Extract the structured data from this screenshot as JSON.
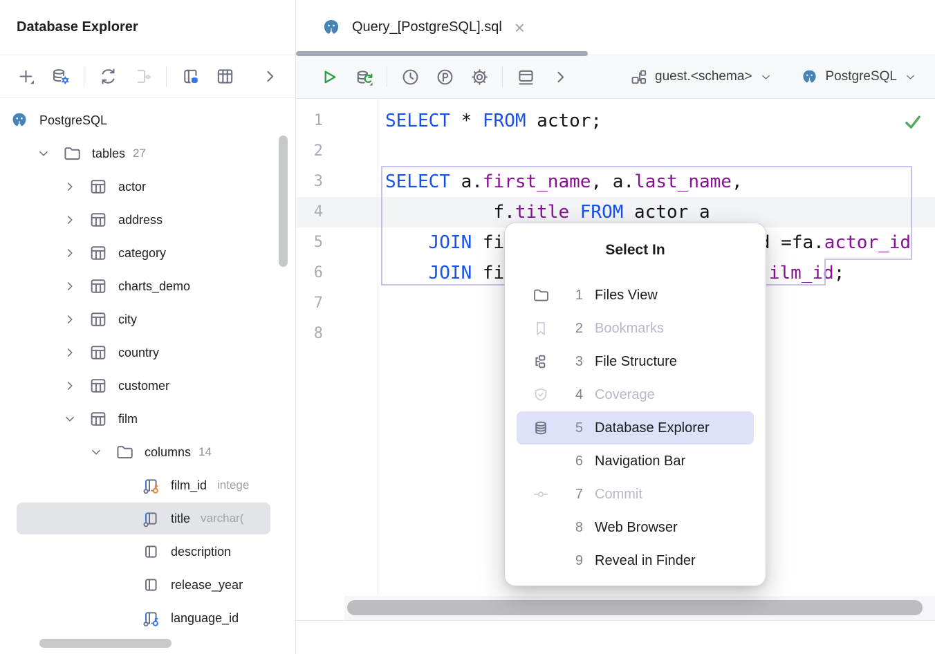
{
  "colors": {
    "accent_blue": "#3574F0",
    "keyword_blue": "#1750EB",
    "identifier_purple": "#871094",
    "run_green": "#2f9e44",
    "check_green": "#55a85c",
    "popup_selection": "#dee1f9",
    "tree_selection": "#e3e4e8",
    "statement_border": "#b5b1e9",
    "postgres_blue": "#4584b6"
  },
  "left_panel": {
    "title": "Database Explorer",
    "toolbar_icons": [
      "add",
      "database-settings",
      "refresh",
      "disconnect",
      "query-console",
      "table-view",
      "more"
    ],
    "tree": [
      {
        "label": "PostgreSQL",
        "icon": "postgres",
        "level": 0
      },
      {
        "label": "tables",
        "count": "27",
        "icon": "folder",
        "chevron": "chevron-down",
        "level": 1
      },
      {
        "label": "actor",
        "icon": "table",
        "chevron": "chevron-right",
        "level": 2
      },
      {
        "label": "address",
        "icon": "table",
        "chevron": "chevron-right",
        "level": 2
      },
      {
        "label": "category",
        "icon": "table",
        "chevron": "chevron-right",
        "level": 2
      },
      {
        "label": "charts_demo",
        "icon": "table",
        "chevron": "chevron-right",
        "level": 2
      },
      {
        "label": "city",
        "icon": "table",
        "chevron": "chevron-right",
        "level": 2
      },
      {
        "label": "country",
        "icon": "table",
        "chevron": "chevron-right",
        "level": 2
      },
      {
        "label": "customer",
        "icon": "table",
        "chevron": "chevron-right",
        "level": 2
      },
      {
        "label": "film",
        "icon": "table",
        "chevron": "chevron-down",
        "level": 2
      },
      {
        "label": "columns",
        "count": "14",
        "icon": "folder",
        "chevron": "chevron-down",
        "level": 3
      },
      {
        "label": "film_id",
        "type": "intege",
        "icon": "column-pk",
        "chevron": "blank",
        "level": 4
      },
      {
        "label": "title",
        "type": "varchar(",
        "icon": "column-idx",
        "chevron": "blank",
        "level": 4,
        "state": "selected"
      },
      {
        "label": "description",
        "icon": "column",
        "chevron": "blank",
        "level": 4
      },
      {
        "label": "release_year",
        "icon": "column",
        "chevron": "blank",
        "level": 4
      },
      {
        "label": "language_id",
        "icon": "column-fk",
        "chevron": "blank",
        "level": 4
      }
    ]
  },
  "editor": {
    "tab": {
      "title": "Query_[PostgreSQL].sql",
      "close": "×"
    },
    "toolbar": {
      "icons": [
        "run",
        "execute-db",
        "history",
        "profiler",
        "settings",
        "in-editor-results",
        "more"
      ],
      "schema_selector": {
        "label": "guest.<schema>"
      },
      "dialect_selector": {
        "label": "PostgreSQL"
      }
    },
    "lines": [
      {
        "n": "1",
        "tokens": [
          {
            "y": "kw",
            "t": "SELECT"
          },
          {
            "y": "pl",
            "t": " * "
          },
          {
            "y": "kw",
            "t": "FROM"
          },
          {
            "y": "pl",
            "t": " actor;"
          }
        ]
      },
      {
        "n": "2",
        "tokens": []
      },
      {
        "n": "3",
        "tokens": [
          {
            "y": "kw",
            "t": "SELECT"
          },
          {
            "y": "pl",
            "t": " a."
          },
          {
            "y": "id",
            "t": "first_name"
          },
          {
            "y": "pl",
            "t": ", a."
          },
          {
            "y": "id",
            "t": "last_name"
          },
          {
            "y": "pl",
            "t": ","
          }
        ]
      },
      {
        "n": "4",
        "hl": "hl",
        "tokens": [
          {
            "y": "pl",
            "t": "          f."
          },
          {
            "y": "id",
            "t": "title"
          },
          {
            "y": "pl",
            "t": " "
          },
          {
            "y": "kw",
            "t": "FROM"
          },
          {
            "y": "pl",
            "t": " actor a"
          }
        ]
      },
      {
        "n": "5",
        "tokens": [
          {
            "y": "pl",
            "t": "    "
          },
          {
            "y": "kw",
            "t": "JOIN"
          },
          {
            "y": "pl",
            "t": " fil"
          },
          {
            "y": "gap5",
            "t": ""
          },
          {
            "y": "pl",
            "t": "d =fa."
          },
          {
            "y": "id",
            "t": "actor_id"
          }
        ]
      },
      {
        "n": "6",
        "tokens": [
          {
            "y": "pl",
            "t": "    "
          },
          {
            "y": "kw",
            "t": "JOIN"
          },
          {
            "y": "pl",
            "t": " fil"
          },
          {
            "y": "gap6",
            "t": ""
          },
          {
            "y": "id",
            "t": "ilm_id"
          },
          {
            "y": "pl",
            "t": ";"
          }
        ]
      },
      {
        "n": "7",
        "tokens": []
      },
      {
        "n": "8",
        "tokens": []
      }
    ],
    "status_icon": "check"
  },
  "popup": {
    "title": "Select In",
    "items": [
      {
        "num": "1",
        "label": "Files View",
        "icon": "folder-gray",
        "state": "normal"
      },
      {
        "num": "2",
        "label": "Bookmarks",
        "icon": "bookmark",
        "state": "disabled"
      },
      {
        "num": "3",
        "label": "File Structure",
        "icon": "structure",
        "state": "normal"
      },
      {
        "num": "4",
        "label": "Coverage",
        "icon": "shield",
        "state": "disabled"
      },
      {
        "num": "5",
        "label": "Database Explorer",
        "icon": "database",
        "state": "selected"
      },
      {
        "num": "6",
        "label": "Navigation Bar",
        "icon": "blank",
        "state": "normal"
      },
      {
        "num": "7",
        "label": "Commit",
        "icon": "commit",
        "state": "disabled"
      },
      {
        "num": "8",
        "label": "Web Browser",
        "icon": "blank",
        "state": "normal"
      },
      {
        "num": "9",
        "label": "Reveal in Finder",
        "icon": "blank",
        "state": "normal"
      }
    ]
  }
}
